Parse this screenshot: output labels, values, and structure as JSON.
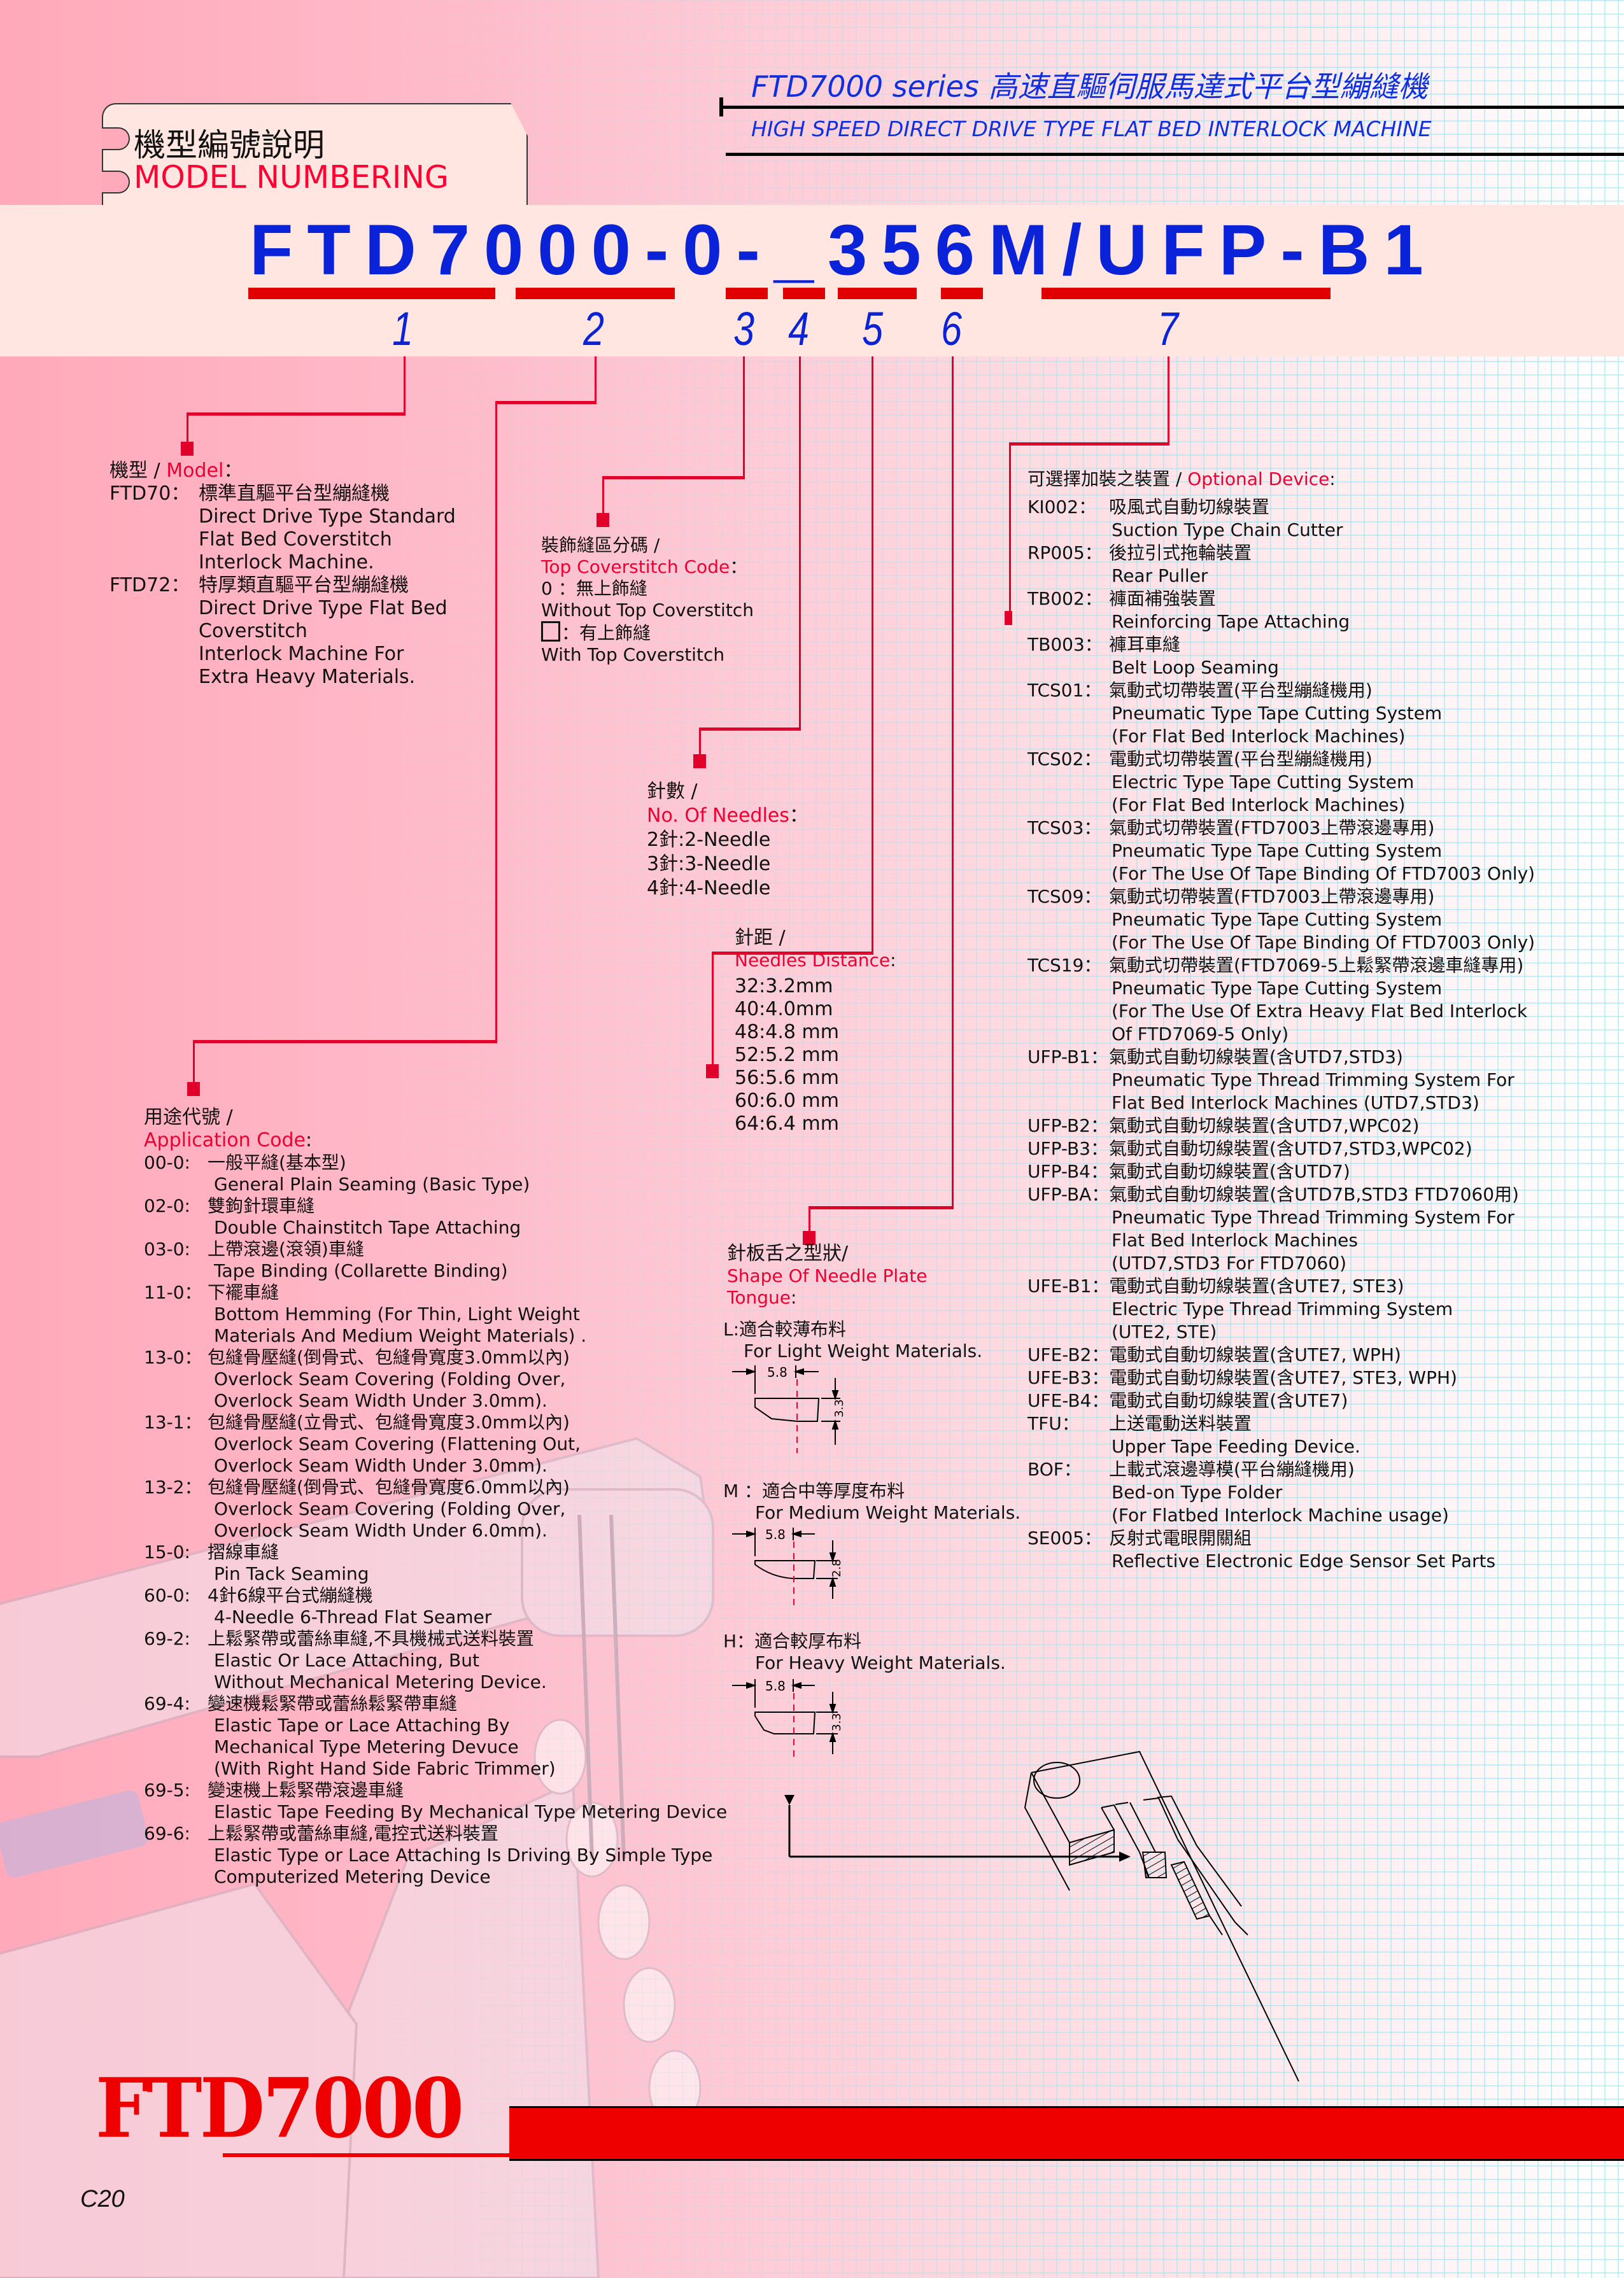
{
  "header": {
    "series_title": "FTD7000 series 高速直驅伺服馬達式平台型繃縫機",
    "series_subtitle": "HIGH SPEED DIRECT DRIVE TYPE  FLAT BED INTERLOCK MACHINE",
    "tab_title_zh": "機型編號說明",
    "tab_title_en": "MODEL NUMBERING"
  },
  "model_number": {
    "code": "FTD7000-0-_356M/UFP-B1",
    "segments": [
      "1",
      "2",
      "3",
      "4",
      "5",
      "6",
      "7"
    ]
  },
  "colors": {
    "accent_red": "#e0002a",
    "label_red": "#ee0033",
    "code_blue": "#0a22d8"
  },
  "model": {
    "title_zh": "機型 /",
    "title_en": "Model",
    "colon": "：",
    "items": [
      {
        "code": "FTD70：",
        "zh": "標準直驅平台型繃縫機",
        "en": [
          "Direct Drive Type Standard",
          "Flat Bed Coverstitch",
          "Interlock Machine."
        ]
      },
      {
        "code": "FTD72：",
        "zh": "特厚類直驅平台型繃縫機",
        "en": [
          "Direct Drive Type Flat Bed",
          "Coverstitch",
          "Interlock Machine For",
          "Extra Heavy Materials."
        ]
      }
    ]
  },
  "top_coverstitch": {
    "title_zh": "裝飾縫區分碼 /",
    "title_en": "Top Coverstitch Code",
    "colon": "：",
    "items": [
      {
        "code": "0 ：",
        "zh": "無上飾縫",
        "en": "Without Top Coverstitch",
        "icon": "box-icon"
      },
      {
        "code": "：",
        "zh": "有上飾縫",
        "en": "With Top Coverstitch",
        "icon": "empty-box-icon"
      }
    ]
  },
  "needles": {
    "title_zh": "針數 /",
    "title_en": "No. Of Needles",
    "colon": "：",
    "items": [
      "2針:2-Needle",
      "3針:3-Needle",
      "4針:4-Needle"
    ]
  },
  "needle_distance": {
    "title_zh": "針距 /",
    "title_en": "Needles Distance",
    "colon": ":",
    "items": [
      "32:3.2mm",
      "40:4.0mm",
      "48:4.8 mm",
      "52:5.2 mm",
      "56:5.6 mm",
      "60:6.0 mm",
      "64:6.4 mm"
    ]
  },
  "needle_plate": {
    "title_zh": "針板舌之型狀/",
    "title_en_1": "Shape Of Needle Plate",
    "title_en_2": "Tongue",
    "colon": ":",
    "items": [
      {
        "code": "L:",
        "zh": "適合較薄布料",
        "en": "For Light Weight Materials.",
        "width": "5.8",
        "height": "3.3"
      },
      {
        "code": "M ：",
        "zh": "適合中等厚度布料",
        "en": "For Medium Weight Materials.",
        "width": "5.8",
        "height": "2.8"
      },
      {
        "code": "H：",
        "zh": "適合較厚布料",
        "en": "For Heavy Weight Materials.",
        "width": "5.8",
        "height": "3.3"
      }
    ]
  },
  "application": {
    "title_zh": "用途代號 /",
    "title_en": "Application Code",
    "colon": ":",
    "items": [
      {
        "code": "00-0:",
        "zh": "一般平縫(基本型)",
        "en": [
          "General Plain Seaming (Basic Type)"
        ]
      },
      {
        "code": "02-0:",
        "zh": "雙鉤針環車縫",
        "en": [
          "Double Chainstitch Tape Attaching"
        ]
      },
      {
        "code": "03-0:",
        "zh": "上帶滾邊(滾領)車縫",
        "en": [
          "Tape Binding (Collarette Binding)"
        ]
      },
      {
        "code": "11-0：",
        "zh": "下襬車縫",
        "en": [
          "Bottom Hemming (For Thin, Light Weight",
          "Materials And Medium Weight Materials) ."
        ]
      },
      {
        "code": "13-0：",
        "zh": "包縫骨壓縫(倒骨式、包縫骨寬度3.0mm以內)",
        "en": [
          "Overlock Seam Covering (Folding Over,",
          "Overlock Seam Width Under 3.0mm)."
        ]
      },
      {
        "code": "13-1：",
        "zh": "包縫骨壓縫(立骨式、包縫骨寬度3.0mm以內)",
        "en": [
          "Overlock Seam Covering (Flattening Out,",
          "Overlock Seam Width Under 3.0mm)."
        ]
      },
      {
        "code": "13-2：",
        "zh": "包縫骨壓縫(倒骨式、包縫骨寬度6.0mm以內)",
        "en": [
          "Overlock Seam Covering (Folding Over,",
          "Overlock Seam Width Under 6.0mm)."
        ]
      },
      {
        "code": "15-0:",
        "zh": "摺線車縫",
        "en": [
          "Pin Tack Seaming"
        ]
      },
      {
        "code": "60-0:",
        "zh": "4針6線平台式繃縫機",
        "en": [
          "4-Needle 6-Thread Flat Seamer"
        ]
      },
      {
        "code": "69-2:",
        "zh": "上鬆緊帶或蕾絲車縫,不具機械式送料裝置",
        "en": [
          "Elastic Or Lace Attaching, But",
          "Without Mechanical Metering Device."
        ]
      },
      {
        "code": "69-4:",
        "zh": "變速機鬆緊帶或蕾絲鬆緊帶車縫",
        "en": [
          "Elastic Tape or Lace Attaching By",
          "Mechanical Type Metering Devuce",
          "(With Right Hand Side Fabric Trimmer)"
        ]
      },
      {
        "code": "69-5:",
        "zh": "變速機上鬆緊帶滾邊車縫",
        "en": [
          "Elastic Tape Feeding By Mechanical Type Metering Device"
        ]
      },
      {
        "code": "69-6:",
        "zh": "上鬆緊帶或蕾絲車縫,電控式送料裝置",
        "en": [
          "Elastic Type or Lace Attaching Is Driving By Simple Type",
          "Computerized Metering Device"
        ]
      }
    ]
  },
  "optional": {
    "title_zh": "可選擇加裝之裝置 /",
    "title_en": "Optional Device",
    "colon": ":",
    "items": [
      {
        "code": "KI002：",
        "zh": "吸風式自動切線裝置",
        "en": [
          "Suction Type Chain Cutter"
        ]
      },
      {
        "code": "RP005：",
        "zh": "後拉引式拖輪裝置",
        "en": [
          "Rear Puller"
        ]
      },
      {
        "code": "TB002：",
        "zh": "褲面補強裝置",
        "en": [
          "Reinforcing Tape Attaching"
        ]
      },
      {
        "code": "TB003：",
        "zh": "褲耳車縫",
        "en": [
          "Belt Loop Seaming"
        ]
      },
      {
        "code": "TCS01：",
        "zh": "氣動式切帶裝置(平台型繃縫機用)",
        "en": [
          "Pneumatic Type Tape Cutting System",
          "(For Flat Bed Interlock Machines)"
        ]
      },
      {
        "code": "TCS02：",
        "zh": "電動式切帶裝置(平台型繃縫機用)",
        "en": [
          "Electric Type Tape Cutting System",
          "(For Flat Bed Interlock Machines)"
        ]
      },
      {
        "code": "TCS03：",
        "zh": "氣動式切帶裝置(FTD7003上帶滾邊專用)",
        "en": [
          "Pneumatic Type Tape Cutting System",
          "(For The Use Of Tape Binding Of FTD7003 Only)"
        ]
      },
      {
        "code": "TCS09：",
        "zh": "氣動式切帶裝置(FTD7003上帶滾邊專用)",
        "en": [
          "Pneumatic Type Tape Cutting System",
          "(For The Use Of Tape Binding Of FTD7003 Only)"
        ]
      },
      {
        "code": "TCS19：",
        "zh": "氣動式切帶裝置(FTD7069-5上鬆緊帶滾邊車縫專用)",
        "en": [
          "Pneumatic Type Tape Cutting System",
          "(For The Use Of Extra Heavy Flat Bed Interlock",
          "Of FTD7069-5 Only)"
        ]
      },
      {
        "code": "UFP-B1：",
        "zh": "氣動式自動切線裝置(含UTD7,STD3)",
        "en": [
          "Pneumatic Type Thread Trimming System For",
          "Flat Bed Interlock Machines (UTD7,STD3)"
        ]
      },
      {
        "code": "UFP-B2：",
        "zh": "氣動式自動切線裝置(含UTD7,WPC02)",
        "en": []
      },
      {
        "code": "UFP-B3：",
        "zh": "氣動式自動切線裝置(含UTD7,STD3,WPC02)",
        "en": []
      },
      {
        "code": "UFP-B4：",
        "zh": "氣動式自動切線裝置(含UTD7)",
        "en": []
      },
      {
        "code": "UFP-BA：",
        "zh": "氣動式自動切線裝置(含UTD7B,STD3 FTD7060用)",
        "en": [
          "Pneumatic Type Thread Trimming System For",
          "Flat Bed Interlock Machines",
          "(UTD7,STD3 For FTD7060)"
        ]
      },
      {
        "code": "UFE-B1：",
        "zh": "電動式自動切線裝置(含UTE7, STE3)",
        "en": [
          "Electric Type Thread Trimming System",
          "(UTE2, STE)"
        ]
      },
      {
        "code": "UFE-B2：",
        "zh": "電動式自動切線裝置(含UTE7, WPH)",
        "en": []
      },
      {
        "code": "UFE-B3：",
        "zh": "電動式自動切線裝置(含UTE7, STE3, WPH)",
        "en": []
      },
      {
        "code": "UFE-B4：",
        "zh": "電動式自動切線裝置(含UTE7)",
        "en": []
      },
      {
        "code": "TFU：",
        "zh": "上送電動送料裝置",
        "en": [
          "Upper Tape Feeding Device."
        ]
      },
      {
        "code": "BOF：",
        "zh": "上載式滾邊導模(平台繃縫機用)",
        "en": [
          "Bed-on Type Folder",
          "(For Flatbed Interlock Machine usage)"
        ]
      },
      {
        "code": "SE005：",
        "zh": "反射式電眼開關組",
        "en": [
          "Reflective Electronic Edge Sensor Set Parts"
        ]
      }
    ]
  },
  "footer": {
    "logo": "FTD7000",
    "page": "C20"
  }
}
